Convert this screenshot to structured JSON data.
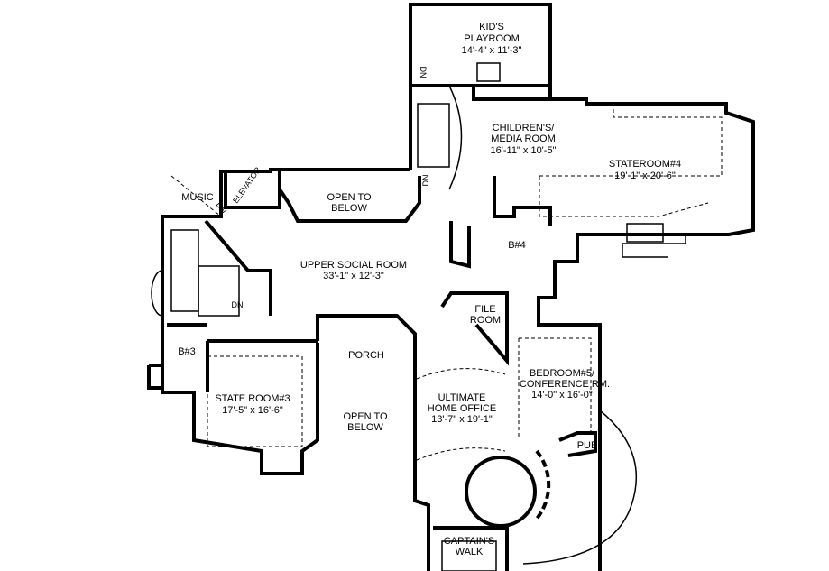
{
  "rooms": {
    "kids_playroom": {
      "name": "KID'S",
      "name2": "PLAYROOM",
      "size": "14'-4\" x 11'-3\""
    },
    "childrens_media": {
      "name": "CHILDREN'S/",
      "name2": "MEDIA ROOM",
      "size": "16'-11\" x 10'-5\""
    },
    "stateroom4": {
      "name": "STATEROOM#4",
      "size": "19'-1\" x 20'-6\""
    },
    "music": {
      "name": "MUSIC"
    },
    "elevator": {
      "name": "ELEVATOR"
    },
    "open_below_top": {
      "name": "OPEN TO",
      "name2": "BELOW"
    },
    "upper_social": {
      "name": "UPPER SOCIAL ROOM",
      "size": "33'-1\" x 12'-3\""
    },
    "b4": {
      "name": "B#4"
    },
    "b3": {
      "name": "B#3"
    },
    "file_room": {
      "name": "FILE",
      "name2": "ROOM"
    },
    "porch": {
      "name": "PORCH"
    },
    "state_room3": {
      "name": "STATE ROOM#3",
      "size": "17'-5\" x 16'-6\""
    },
    "open_below_bottom": {
      "name": "OPEN TO",
      "name2": "BELOW"
    },
    "home_office": {
      "name": "ULTIMATE",
      "name2": "HOME OFFICE",
      "size": "13'-7\" x 19'-1\""
    },
    "bedroom5": {
      "name": "BEDROOM#5/",
      "name2": "CONFERENCE RM.",
      "size": "14'-0\" x 16'-0\""
    },
    "pub": {
      "name": "PUB"
    },
    "captains_walk": {
      "name": "CAPTAIN'S",
      "name2": "WALK"
    }
  },
  "stairs": {
    "dn": "DN"
  }
}
